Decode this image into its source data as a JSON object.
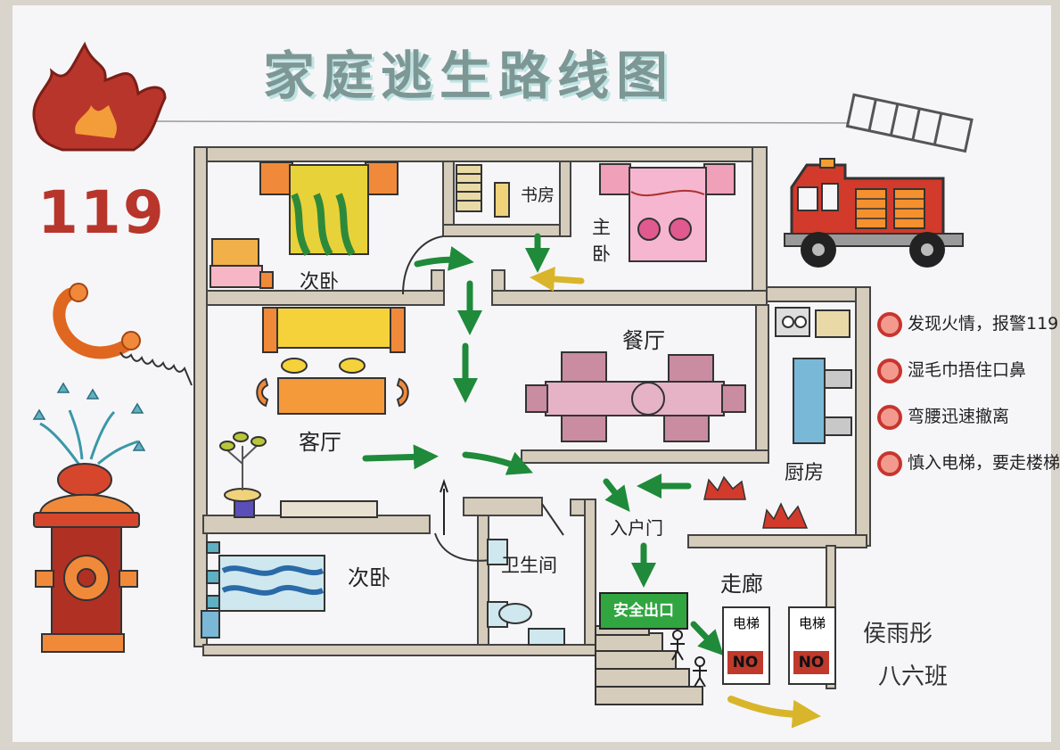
{
  "title": "家庭逃生路线图",
  "emergency_number": "119",
  "rooms": {
    "bedroom_top": "次卧",
    "study": "书房",
    "master_bedroom": "主卧",
    "dining_room": "餐厅",
    "living_room": "客厅",
    "kitchen": "厨房",
    "bedroom_bottom": "次卧",
    "bathroom": "卫生间",
    "entrance": "入户门",
    "corridor": "走廊",
    "safety_exit": "安全出口"
  },
  "elevators": [
    {
      "label": "电梯",
      "sign": "NO"
    },
    {
      "label": "电梯",
      "sign": "NO"
    }
  ],
  "tips": [
    {
      "text": "发现火情，报警119"
    },
    {
      "text": "湿毛巾捂住口鼻"
    },
    {
      "text": "弯腰迅速撤离"
    },
    {
      "text": "慎入电梯，要走楼梯"
    }
  ],
  "author": {
    "name": "侯雨彤",
    "class": "八六班"
  },
  "colors": {
    "wall": "#d5ccbc",
    "arrow": "#1f8a3a",
    "fire": "#c8352e",
    "title": "#7d9795"
  },
  "icons": [
    "flame-icon",
    "phone-icon",
    "fire-hydrant-icon",
    "fire-truck-icon",
    "stairs-icon"
  ]
}
